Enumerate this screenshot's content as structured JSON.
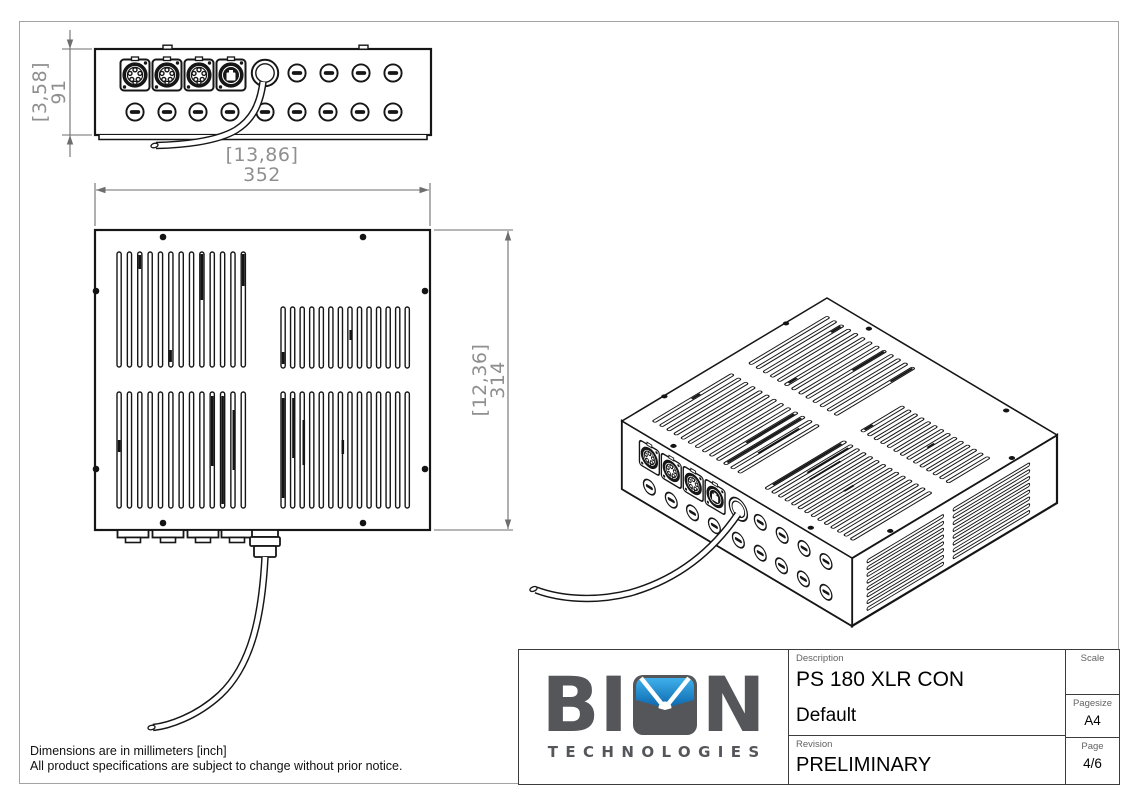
{
  "page": {
    "background": "#ffffff",
    "frame_color": "#a3a3a3"
  },
  "drawing": {
    "line_color": "#161616",
    "dim_line_color": "#6e6e6e",
    "dim_text_color": "#8f8f8f"
  },
  "dimensions": {
    "front_height": {
      "inch": "[3,58]",
      "mm": "91"
    },
    "width": {
      "inch": "[13,86]",
      "mm": "352"
    },
    "depth": {
      "inch": "[12,36]",
      "mm": "314"
    }
  },
  "notes": {
    "line1": "Dimensions are in millimeters [inch]",
    "line2": "All product specifications are subject to change without prior notice."
  },
  "title_block": {
    "description_label": "Description",
    "description": "PS 180 XLR CON",
    "configuration": "Default",
    "revision_label": "Revision",
    "revision": "PRELIMINARY",
    "scale_label": "Scale",
    "scale_value": "",
    "pagesize_label": "Pagesize",
    "pagesize": "A4",
    "page_label": "Page",
    "page": "4/6"
  },
  "logo": {
    "prefix": "BI",
    "suffix": "N",
    "subtitle": "TECHNOLOGIES",
    "gray": "#55565a",
    "blue_top": "#3fb0ec",
    "blue_bottom": "#0a66ab"
  }
}
